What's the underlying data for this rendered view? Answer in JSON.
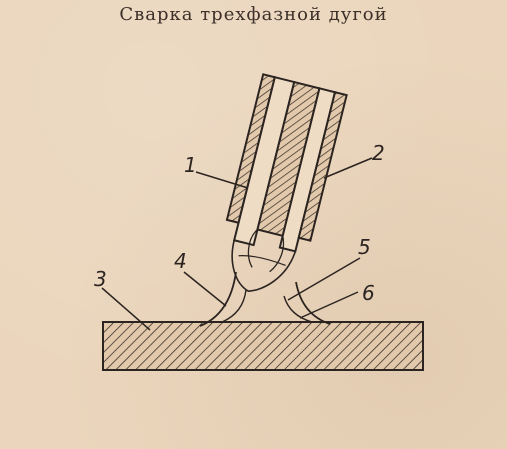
{
  "title": "Сварка трехфазной дугой",
  "labels": {
    "l1": "1",
    "l2": "2",
    "l3": "3",
    "l4": "4",
    "l5": "5",
    "l6": "6"
  },
  "colors": {
    "ink": "#2b2420",
    "paper": "#ebd6bd"
  }
}
